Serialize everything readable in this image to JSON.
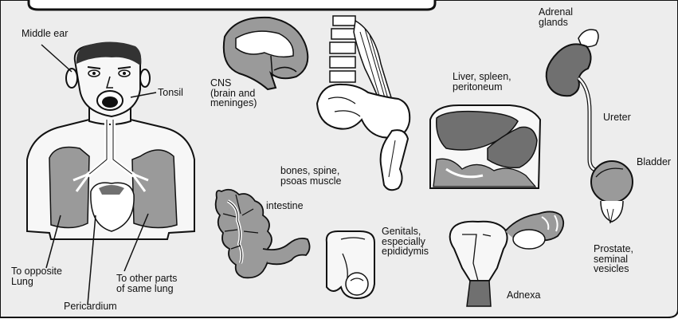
{
  "colors": {
    "panel": "#ededed",
    "organ": "#9a9a9a",
    "organ_dark": "#707070",
    "outline": "#111111",
    "white": "#ffffff"
  },
  "labels": {
    "middle_ear": "Middle ear",
    "tonsil": "Tonsil",
    "to_opposite_lung": "To opposite\nLung",
    "pericardium": "Pericardium",
    "to_other_parts": "To other parts\nof same lung",
    "cns": "CNS\n(brain and\nmeninges)",
    "bones": "bones, spine,\npsoas muscle",
    "intestine": "intestine",
    "genitals": "Genitals,\nespecially\nepididymis",
    "liver": "Liver, spleen,\nperitoneum",
    "adnexa": "Adnexa",
    "adrenal": "Adrenal\nglands",
    "ureter": "Ureter",
    "bladder": "Bladder",
    "prostate": "Prostate,\nseminal\nvesicles"
  },
  "icons": [
    "human-torso-icon",
    "brain-icon",
    "spine-pelvis-icon",
    "intestine-icon",
    "genitals-icon",
    "liver-spleen-icon",
    "uterus-adnexa-icon",
    "kidney-ureter-bladder-icon"
  ]
}
